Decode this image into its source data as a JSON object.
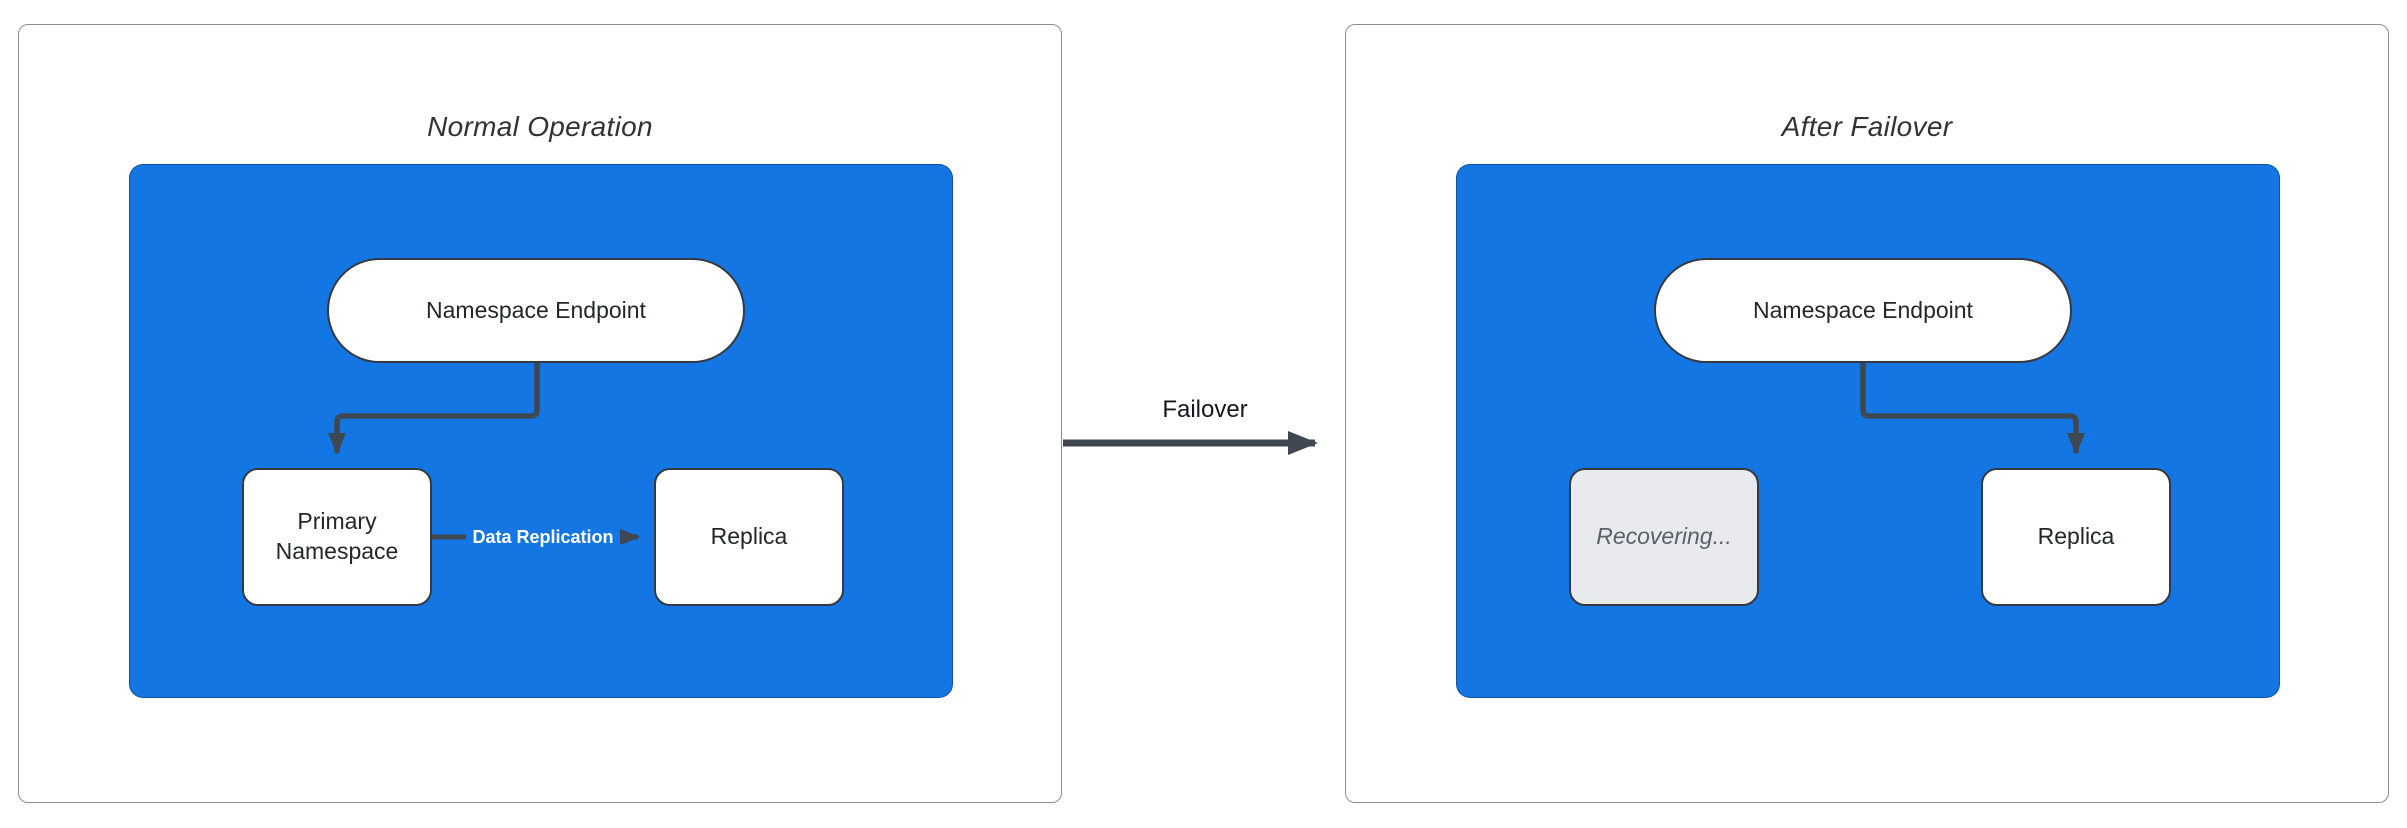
{
  "colors": {
    "container_blue": "#1476e3",
    "arrow_dark": "#3f4750",
    "node_border": "#343a40",
    "recovering_fill": "#e8eaed",
    "recovering_text": "#5a6169",
    "panel_border": "#8f8f8f",
    "title_text": "#333333",
    "edge_label_text": "#ffffff"
  },
  "panels": [
    {
      "id": "normal-operation",
      "title": "Normal Operation",
      "endpoint_label": "Namespace Endpoint",
      "nodes": [
        {
          "label": "Primary Namespace"
        },
        {
          "label": "Replica"
        }
      ],
      "edge_label": "Data Replication"
    },
    {
      "id": "after-failover",
      "title": "After Failover",
      "endpoint_label": "Namespace Endpoint",
      "nodes": [
        {
          "label": "Recovering..."
        },
        {
          "label": "Replica"
        }
      ]
    }
  ],
  "transition": {
    "label": "Failover"
  }
}
